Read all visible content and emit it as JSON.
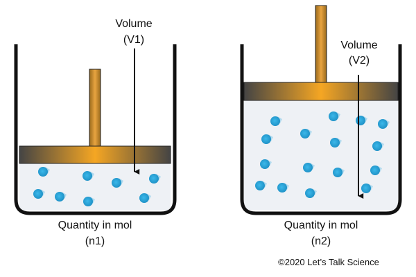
{
  "containers": [
    {
      "volume_label": "Volume",
      "volume_symbol": "(V1)",
      "quantity_label": "Quantity in mol",
      "quantity_symbol": "(n1)"
    },
    {
      "volume_label": "Volume",
      "volume_symbol": "(V2)",
      "quantity_label": "Quantity in mol",
      "quantity_symbol": "(n2)"
    }
  ],
  "copyright": "©2020 Let’s Talk Science",
  "colors": {
    "container_outline": "#111111",
    "gas_fill": "#eef1f5",
    "piston_dark": "#4a4a4a",
    "piston_light": "#f5a623",
    "particle": "#2aa5dc",
    "arrow": "#111111"
  }
}
